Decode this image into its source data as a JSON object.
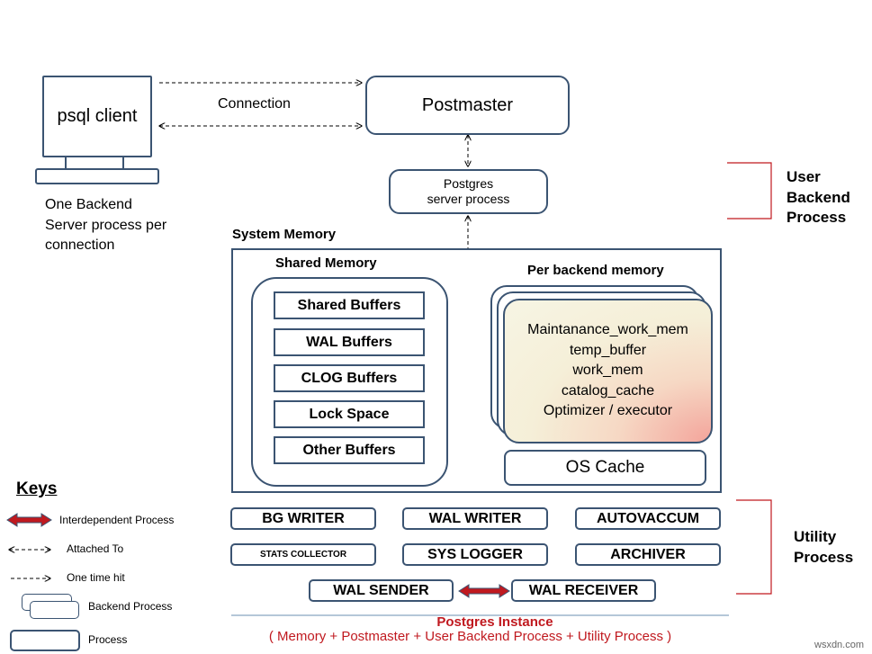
{
  "client": {
    "label": "psql client",
    "note_line1": "One Backend",
    "note_line2": "Server process per",
    "note_line3": "connection"
  },
  "connection_label": "Connection",
  "postmaster": "Postmaster",
  "server_process": {
    "line1": "Postgres",
    "line2": "server process"
  },
  "user_backend": {
    "line1": "User",
    "line2": "Backend",
    "line3": "Process"
  },
  "system_memory": {
    "title": "System Memory",
    "shared_title": "Shared Memory",
    "shared_items": [
      "Shared Buffers",
      "WAL Buffers",
      "CLOG Buffers",
      "Lock Space",
      "Other Buffers"
    ],
    "per_backend_title": "Per backend memory",
    "per_backend_items": [
      "Maintanance_work_mem",
      "temp_buffer",
      "work_mem",
      "catalog_cache",
      "Optimizer / executor"
    ],
    "os_cache": "OS Cache"
  },
  "utility": {
    "row1": [
      "BG WRITER",
      "WAL WRITER",
      "AUTOVACCUM"
    ],
    "row2": [
      "STATS COLLECTOR",
      "SYS LOGGER",
      "ARCHIVER"
    ],
    "wal_sender": "WAL SENDER",
    "wal_receiver": "WAL RECEIVER",
    "label_line1": "Utility",
    "label_line2": "Process"
  },
  "instance": {
    "title": "Postgres Instance",
    "subtitle": "( Memory + Postmaster + User Backend Process + Utility  Process )"
  },
  "keys": {
    "title": "Keys",
    "interdependent": "Interdependent Process",
    "attached": "Attached To",
    "one_time": "One time hit",
    "backend": "Backend Process",
    "process": "Process"
  },
  "watermark": "wsxdn.com",
  "colors": {
    "border": "#3b5472",
    "accent_red": "#c0191f",
    "instance_text": "#c0191f"
  }
}
